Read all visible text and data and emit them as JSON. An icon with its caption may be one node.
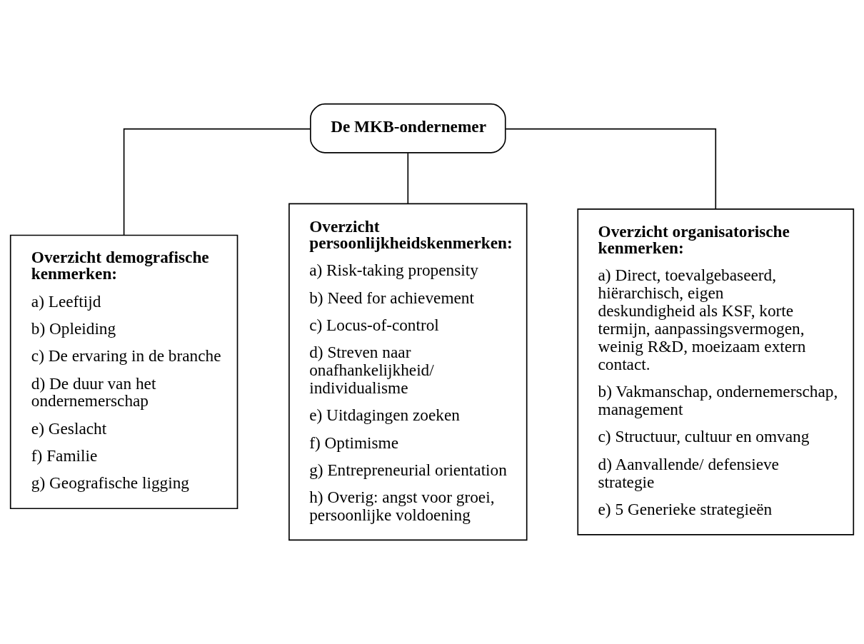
{
  "diagram": {
    "nodes": [
      {
        "text": [
          "De MKB-ondernemer"
        ]
      },
      {
        "text": [
          "Overzicht demografische kenmerken:",
          "a) Leeftijd",
          "b) Opleiding",
          "c) De ervaring in de branche",
          "d) De duur van het ondernemerschap",
          "e) Geslacht",
          "f) Familie",
          "g) Geografische ligging"
        ]
      },
      {
        "text": [
          "Overzicht persoonlijkheidskenmerken:",
          "a) Risk-taking propensity",
          "b) Need for achievement",
          "c) Locus-of-control",
          "d) Streven naar onafhankelijkheid/ individualisme",
          "e) Uitdagingen zoeken",
          "f) Optimisme",
          "g) Entrepreneurial orientation",
          "h) Overig: angst voor groei, persoonlijke voldoening"
        ]
      },
      {
        "text": [
          "Overzicht organisatorische kenmerken:",
          "a) Direct, toevalgebaseerd, hiërarchisch, eigen deskundigheid als KSF, korte termijn, aanpassingsvermogen, weinig R&D, moeizaam extern contact.",
          "b) Vakmanschap, ondernemerschap, management",
          "c) Structuur, cultuur en omvang",
          "d) Aanvallende/ defensieve strategie",
          "e) 5 Generieke strategieën"
        ]
      }
    ],
    "edges": [
      {
        "from": 0,
        "to": 1,
        "arrow": "none"
      },
      {
        "from": 0,
        "to": 2,
        "arrow": "none"
      },
      {
        "from": 0,
        "to": 3,
        "arrow": "none"
      }
    ]
  }
}
